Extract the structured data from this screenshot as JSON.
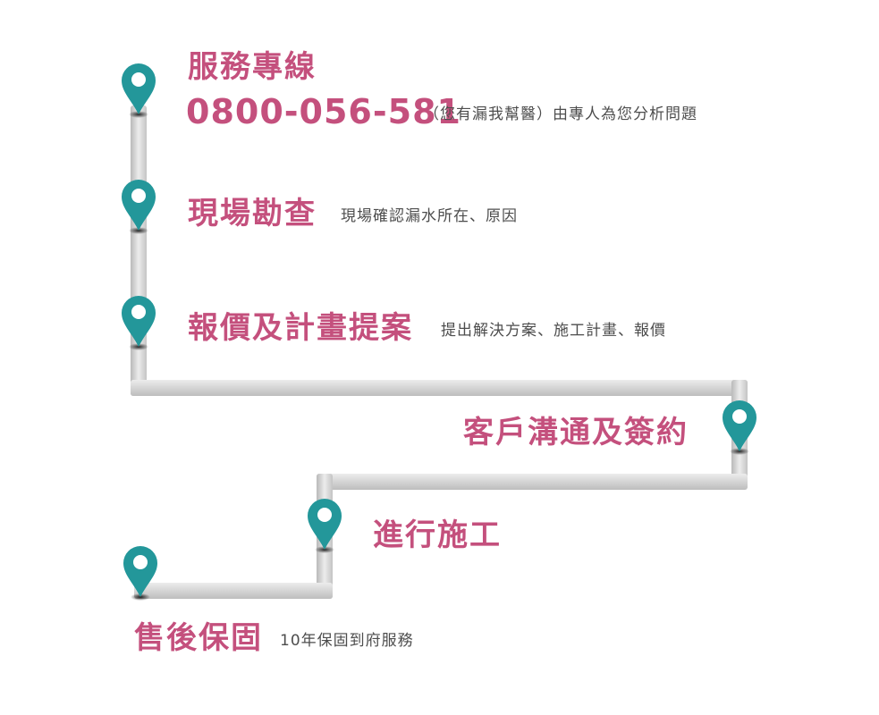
{
  "colors": {
    "accent": "#c4507d",
    "pin": "#23979a",
    "path": "#cccccc",
    "text": "#4d4d4d"
  },
  "steps": [
    {
      "title": "服務專線",
      "phone": "0800-056-581",
      "desc": "（您有漏我幫醫）由專人為您分析問題",
      "icon": "location-pin-icon"
    },
    {
      "title": "現場勘查",
      "desc": "現場確認漏水所在、原因",
      "icon": "location-pin-icon"
    },
    {
      "title": "報價及計畫提案",
      "desc": "提出解決方案、施工計畫、報價",
      "icon": "location-pin-icon"
    },
    {
      "title": "客戶溝通及簽約",
      "icon": "location-pin-icon"
    },
    {
      "title": "進行施工",
      "icon": "location-pin-icon"
    },
    {
      "title": "售後保固",
      "desc": "10年保固到府服務",
      "icon": "location-pin-icon"
    }
  ]
}
